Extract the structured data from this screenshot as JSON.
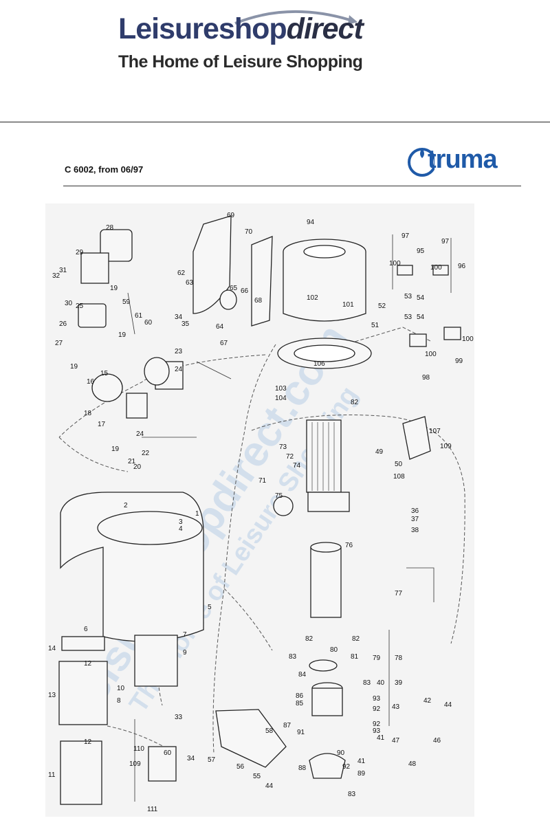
{
  "header": {
    "brand_main": "Leisureshop",
    "brand_accent": "direct",
    "tagline": "The Home of Leisure Shopping"
  },
  "document": {
    "title": "C 6002, from 06/97",
    "logo_text": "truma"
  },
  "watermark": {
    "line1": "Leisureshopdirect.com",
    "line2": "The Home of Leisure Shopping"
  },
  "colors": {
    "brand": "#2f3c6b",
    "truma_blue": "#1f5aa8",
    "watermark": "#b9cfe6"
  },
  "part_labels": [
    {
      "id": "69"
    },
    {
      "id": "70"
    },
    {
      "id": "94"
    },
    {
      "id": "97"
    },
    {
      "id": "95"
    },
    {
      "id": "97"
    },
    {
      "id": "96"
    },
    {
      "id": "28"
    },
    {
      "id": "29"
    },
    {
      "id": "31"
    },
    {
      "id": "32"
    },
    {
      "id": "30"
    },
    {
      "id": "19"
    },
    {
      "id": "62"
    },
    {
      "id": "63"
    },
    {
      "id": "65"
    },
    {
      "id": "66"
    },
    {
      "id": "68"
    },
    {
      "id": "100"
    },
    {
      "id": "100"
    },
    {
      "id": "59"
    },
    {
      "id": "61"
    },
    {
      "id": "60"
    },
    {
      "id": "34"
    },
    {
      "id": "35"
    },
    {
      "id": "64"
    },
    {
      "id": "67"
    },
    {
      "id": "102"
    },
    {
      "id": "101"
    },
    {
      "id": "52"
    },
    {
      "id": "53"
    },
    {
      "id": "54"
    },
    {
      "id": "53"
    },
    {
      "id": "54"
    },
    {
      "id": "51"
    },
    {
      "id": "25"
    },
    {
      "id": "26"
    },
    {
      "id": "27"
    },
    {
      "id": "19"
    },
    {
      "id": "23"
    },
    {
      "id": "24"
    },
    {
      "id": "100"
    },
    {
      "id": "100"
    },
    {
      "id": "99"
    },
    {
      "id": "98"
    },
    {
      "id": "106"
    },
    {
      "id": "19"
    },
    {
      "id": "15"
    },
    {
      "id": "16"
    },
    {
      "id": "18"
    },
    {
      "id": "17"
    },
    {
      "id": "24"
    },
    {
      "id": "103"
    },
    {
      "id": "104"
    },
    {
      "id": "82"
    },
    {
      "id": "107"
    },
    {
      "id": "109"
    },
    {
      "id": "49"
    },
    {
      "id": "50"
    },
    {
      "id": "108"
    },
    {
      "id": "19"
    },
    {
      "id": "22"
    },
    {
      "id": "21"
    },
    {
      "id": "20"
    },
    {
      "id": "73"
    },
    {
      "id": "72"
    },
    {
      "id": "74"
    },
    {
      "id": "71"
    },
    {
      "id": "75"
    },
    {
      "id": "36"
    },
    {
      "id": "37"
    },
    {
      "id": "38"
    },
    {
      "id": "76"
    },
    {
      "id": "2"
    },
    {
      "id": "1"
    },
    {
      "id": "3"
    },
    {
      "id": "4"
    },
    {
      "id": "77"
    },
    {
      "id": "5"
    },
    {
      "id": "6"
    },
    {
      "id": "7"
    },
    {
      "id": "9"
    },
    {
      "id": "14"
    },
    {
      "id": "12"
    },
    {
      "id": "82"
    },
    {
      "id": "82"
    },
    {
      "id": "83"
    },
    {
      "id": "80"
    },
    {
      "id": "81"
    },
    {
      "id": "79"
    },
    {
      "id": "78"
    },
    {
      "id": "84"
    },
    {
      "id": "83"
    },
    {
      "id": "40"
    },
    {
      "id": "39"
    },
    {
      "id": "13"
    },
    {
      "id": "10"
    },
    {
      "id": "8"
    },
    {
      "id": "33"
    },
    {
      "id": "86"
    },
    {
      "id": "85"
    },
    {
      "id": "93"
    },
    {
      "id": "92"
    },
    {
      "id": "43"
    },
    {
      "id": "42"
    },
    {
      "id": "44"
    },
    {
      "id": "87"
    },
    {
      "id": "58"
    },
    {
      "id": "91"
    },
    {
      "id": "92"
    },
    {
      "id": "93"
    },
    {
      "id": "41"
    },
    {
      "id": "47"
    },
    {
      "id": "46"
    },
    {
      "id": "12"
    },
    {
      "id": "110"
    },
    {
      "id": "60"
    },
    {
      "id": "57"
    },
    {
      "id": "34"
    },
    {
      "id": "56"
    },
    {
      "id": "88"
    },
    {
      "id": "92"
    },
    {
      "id": "90"
    },
    {
      "id": "41"
    },
    {
      "id": "48"
    },
    {
      "id": "11"
    },
    {
      "id": "109"
    },
    {
      "id": "55"
    },
    {
      "id": "44"
    },
    {
      "id": "89"
    },
    {
      "id": "111"
    },
    {
      "id": "83"
    }
  ]
}
